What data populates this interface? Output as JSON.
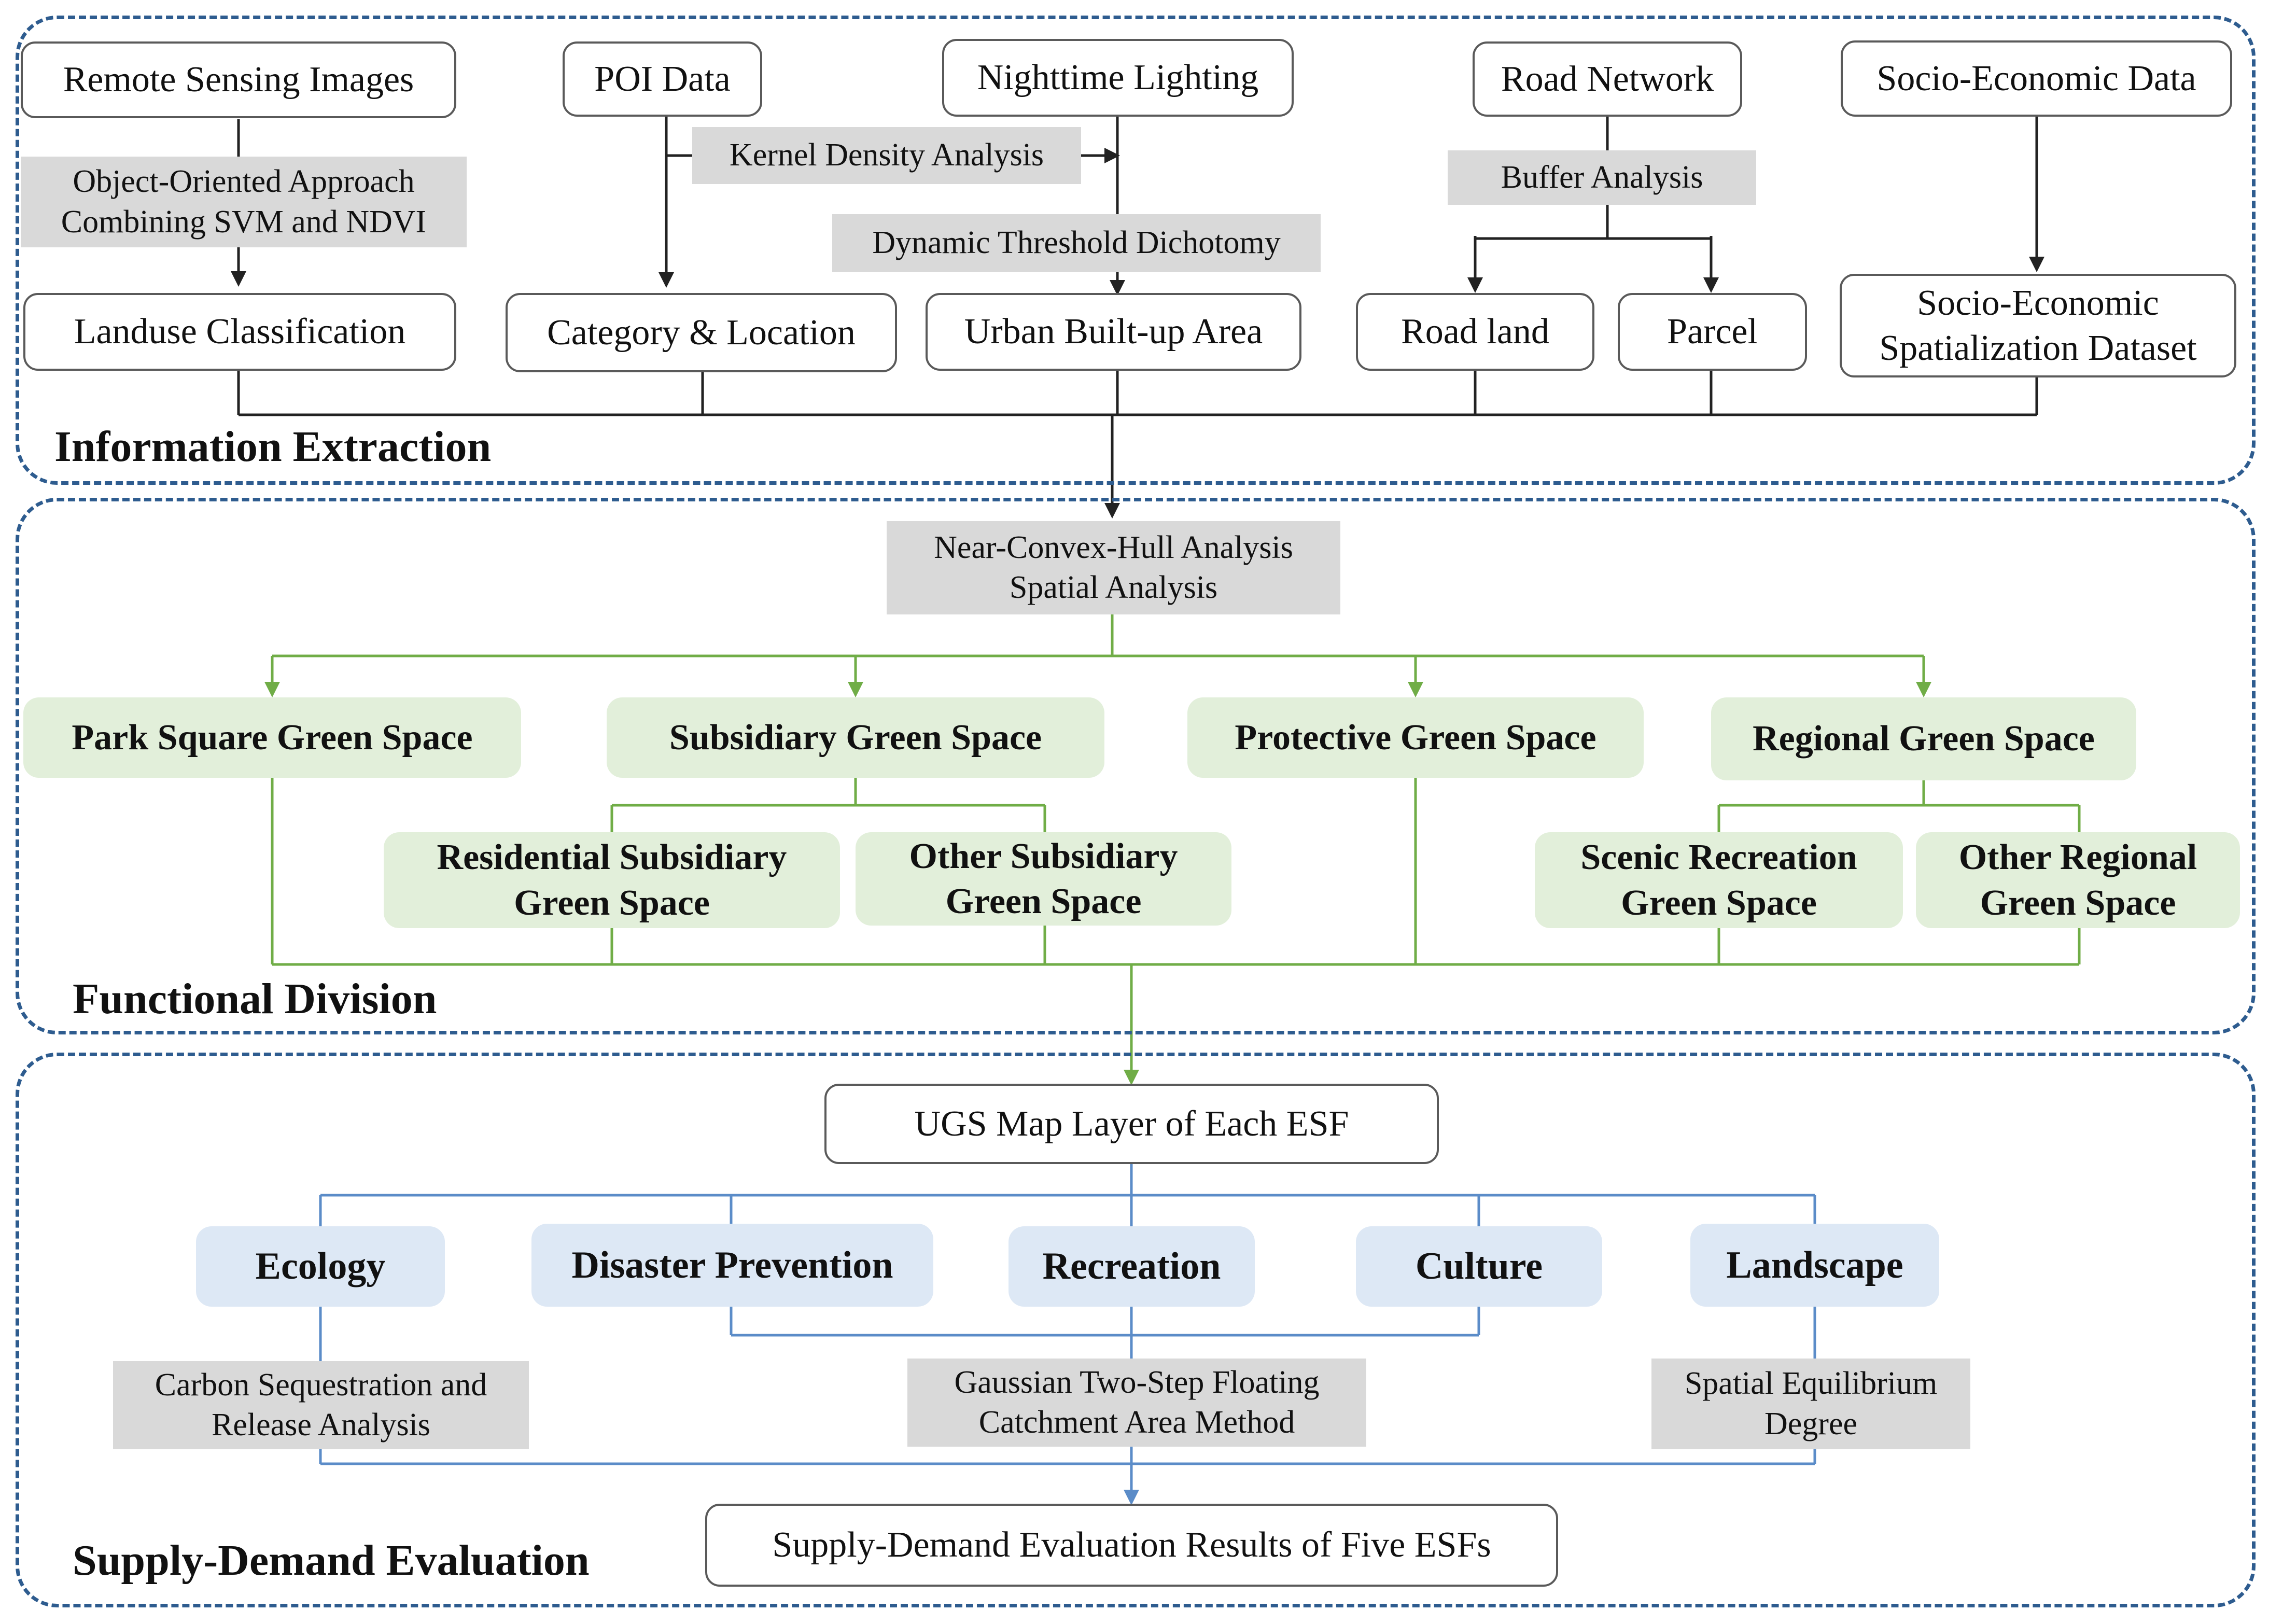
{
  "sections": {
    "information_extraction": "Information Extraction",
    "functional_division": "Functional Division",
    "supply_demand_evaluation": "Supply-Demand Evaluation"
  },
  "sources": {
    "remote_sensing": "Remote Sensing Images",
    "poi": "POI Data",
    "nighttime": "Nighttime Lighting",
    "road_network": "Road Network",
    "socio_economic": "Socio-Economic Data"
  },
  "methods": {
    "object_oriented_1": "Object-Oriented Approach",
    "object_oriented_2": "Combining SVM and NDVI",
    "kernel_density": "Kernel Density Analysis",
    "dynamic_threshold": "Dynamic Threshold Dichotomy",
    "buffer": "Buffer Analysis",
    "near_convex_1": "Near-Convex-Hull Analysis",
    "near_convex_2": "Spatial Analysis",
    "carbon_1": "Carbon Sequestration and",
    "carbon_2": "Release Analysis",
    "gaussian_1": "Gaussian Two-Step Floating",
    "gaussian_2": "Catchment Area Method",
    "spatial_eq_1": "Spatial Equilibrium",
    "spatial_eq_2": "Degree"
  },
  "extracted": {
    "landuse": "Landuse Classification",
    "category_location": "Category & Location",
    "urban_builtup": "Urban Built-up Area",
    "road_land": "Road land",
    "parcel": "Parcel",
    "socio_dataset_1": "Socio-Economic",
    "socio_dataset_2": "Spatialization Dataset"
  },
  "green_spaces": {
    "park_square": "Park Square Green Space",
    "subsidiary": "Subsidiary Green Space",
    "protective": "Protective Green Space",
    "regional": "Regional Green Space",
    "residential_sub_1": "Residential Subsidiary",
    "residential_sub_2": "Green Space",
    "other_sub_1": "Other Subsidiary",
    "other_sub_2": "Green Space",
    "scenic_1": "Scenic Recreation",
    "scenic_2": "Green Space",
    "other_regional_1": "Other Regional",
    "other_regional_2": "Green Space"
  },
  "evaluation": {
    "ugs_map": "UGS Map Layer of Each ESF",
    "ecology": "Ecology",
    "disaster": "Disaster Prevention",
    "recreation": "Recreation",
    "culture": "Culture",
    "landscape": "Landscape",
    "results": "Supply-Demand Evaluation Results of Five ESFs"
  },
  "colors": {
    "dashed_border": "#2e5c8f",
    "box_border": "#5a5a5a",
    "method_fill": "#d9d9d9",
    "green_fill": "#e2efda",
    "green_line": "#70ad47",
    "blue_fill": "#dde8f5",
    "blue_line": "#5b8cc8",
    "black_line": "#222222"
  }
}
